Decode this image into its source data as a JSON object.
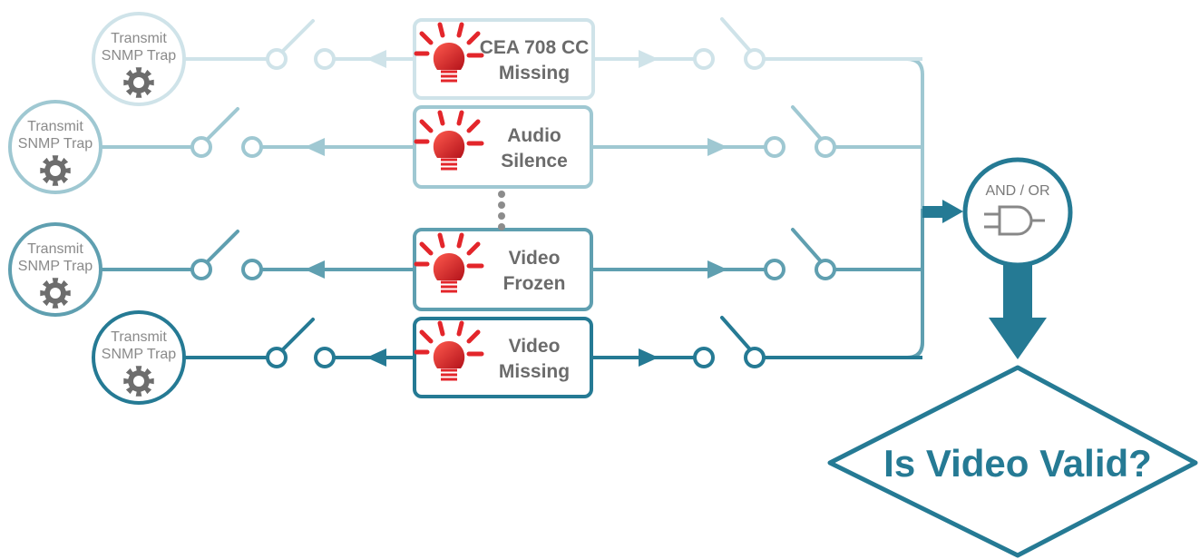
{
  "rows": [
    {
      "label": [
        "CEA 708 CC",
        "Missing"
      ],
      "trap_label": [
        "Transmit",
        "SNMP Trap"
      ],
      "color": "#cfe3e9",
      "gear_icon": "gear-icon",
      "alarm_icon": "alarm-lightbulb-icon"
    },
    {
      "label": [
        "Audio",
        "Silence"
      ],
      "trap_label": [
        "Transmit",
        "SNMP Trap"
      ],
      "color": "#9fc8d2",
      "gear_icon": "gear-icon",
      "alarm_icon": "alarm-lightbulb-icon"
    },
    {
      "label": [
        "Video",
        "Frozen"
      ],
      "trap_label": [
        "Transmit",
        "SNMP Trap"
      ],
      "color": "#5f9fb0",
      "gear_icon": "gear-icon",
      "alarm_icon": "alarm-lightbulb-icon"
    },
    {
      "label": [
        "Video",
        "Missing"
      ],
      "trap_label": [
        "Transmit",
        "SNMP Trap"
      ],
      "color": "#257a94",
      "gear_icon": "gear-icon",
      "alarm_icon": "alarm-lightbulb-icon"
    }
  ],
  "gate": {
    "label": "AND / OR",
    "icon": "and-gate-icon",
    "color": "#257a94"
  },
  "decision": {
    "label": "Is Video Valid?",
    "color": "#257a94"
  },
  "colors": {
    "alarm_red": "#e3262b",
    "gear_gray": "#6d6d6d",
    "ellipsis": "#8c8c8c"
  }
}
